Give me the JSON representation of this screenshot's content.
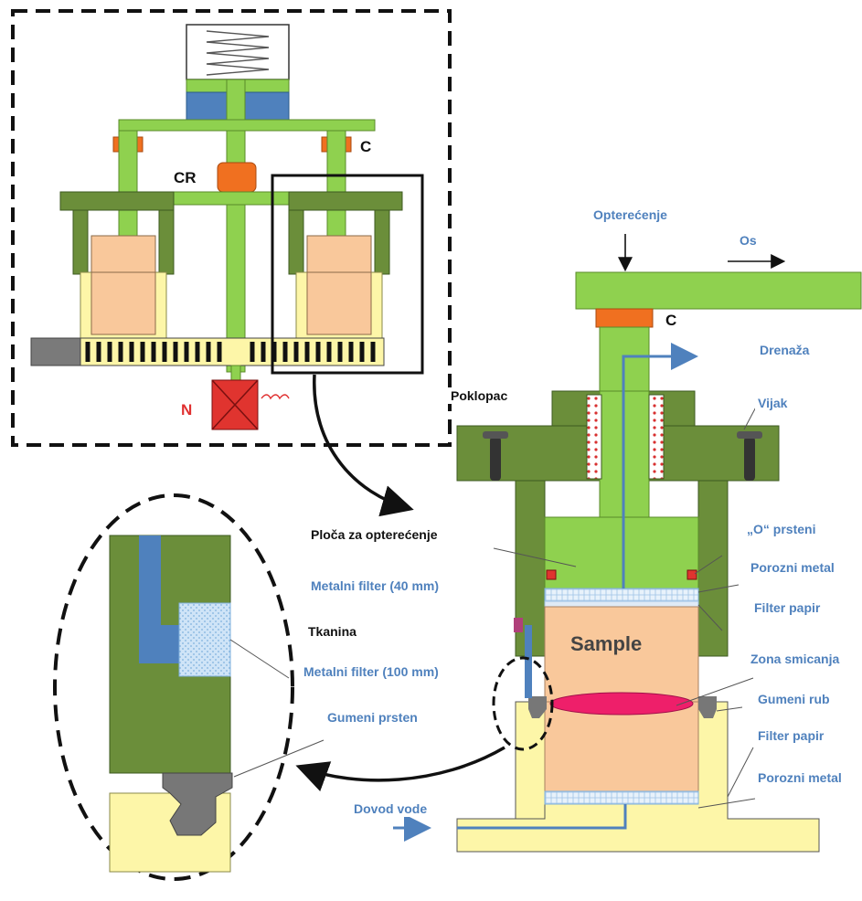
{
  "labels": {
    "cr": "CR",
    "c_top": "C",
    "n": "N",
    "opterecenje": "Opterećenje",
    "os": "Os",
    "c_right": "C",
    "drenaza": "Drenaža",
    "poklopac": "Poklopac",
    "vijak": "Vijak",
    "ploca": "Ploča za opterećenje",
    "o_prsteni": "„O“ prsteni",
    "porozni_metal_1": "Porozni metal",
    "metalni_filter_40": "Metalni filter (40 mm)",
    "filter_papir_1": "Filter papir",
    "tkanina": "Tkanina",
    "sample": "Sample",
    "zona_smicanja": "Zona smicanja",
    "metalni_filter_100": "Metalni filter (100 mm)",
    "gumeni_rub": "Gumeni rub",
    "gumeni_prsten": "Gumeni prsten",
    "filter_papir_2": "Filter papir",
    "porozni_metal_2": "Porozni metal",
    "dovod_vode": "Dovod vode"
  },
  "colors": {
    "green": "#8fd14f",
    "dark_green": "#6b8e3a",
    "blue": "#4f81bd",
    "orange": "#f07020",
    "sample": "#f9c89b",
    "yellow": "#fdf6a8",
    "red": "#e0342f",
    "pink": "#ee1f6a"
  }
}
